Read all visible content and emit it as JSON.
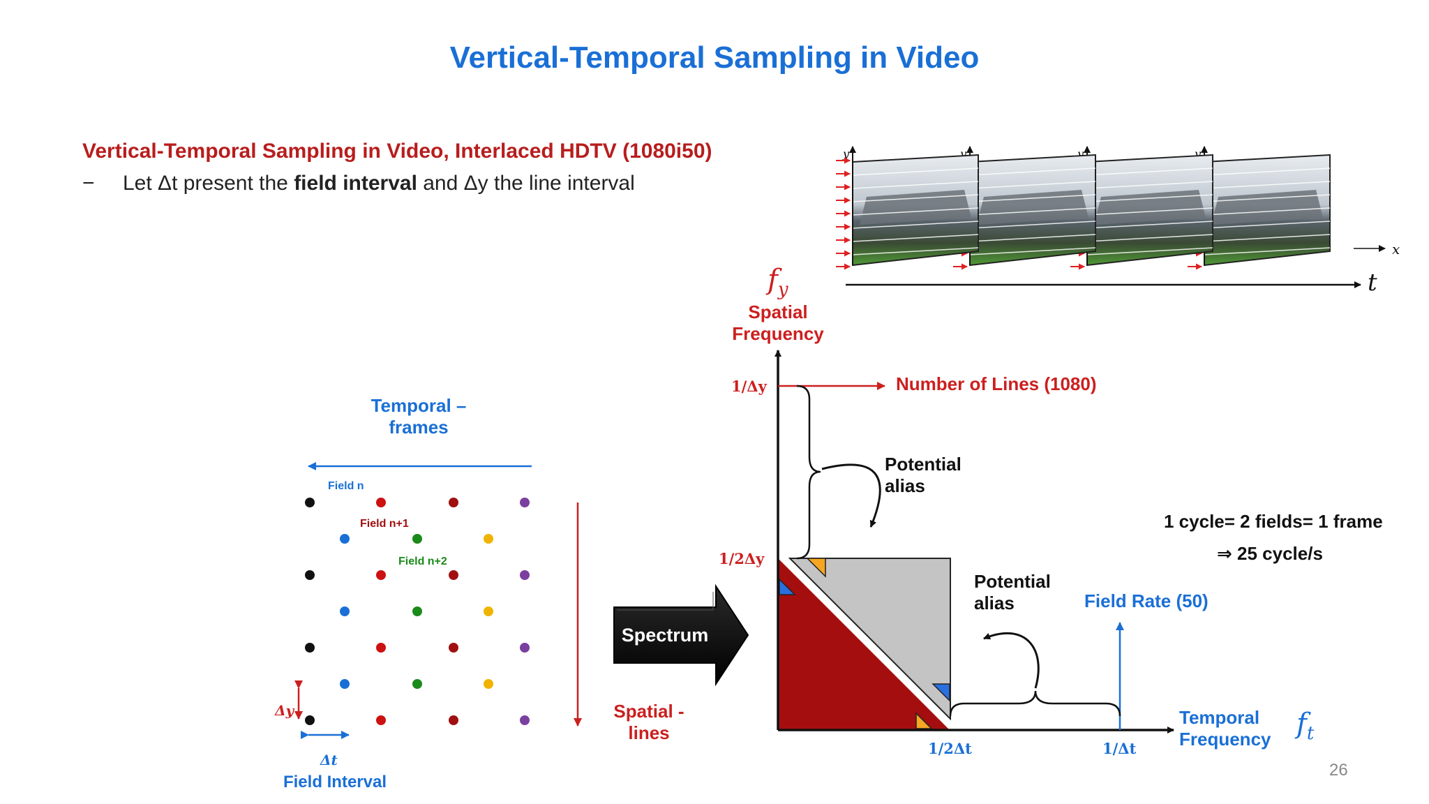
{
  "slide": {
    "title": "Vertical-Temporal Sampling in Video",
    "subtitle": "Vertical-Temporal Sampling in Video, Interlaced HDTV (1080i50)",
    "bullet": {
      "dash": "−",
      "part1": "Let Δt present the ",
      "bold": "field interval",
      "part2": " and Δy the line interval"
    },
    "page_number": "26"
  },
  "video_frames": {
    "y_axis_label": "y",
    "x_axis_label": "x",
    "t_axis_label": "t",
    "frame_count": 4
  },
  "sampling_grid": {
    "temporal_label": "Temporal –\nframes",
    "field_n": "Field n",
    "field_n1": "Field n+1",
    "field_n2": "Field n+2",
    "delta_y": "Δy",
    "delta_t": "Δt",
    "field_interval": "Field Interval",
    "spatial_label": "Spatial -\nlines",
    "column_colors": [
      "#111111",
      "#1a6fd6",
      "#cc1111",
      "#1a8a1a",
      "#a01010",
      "#f0b400",
      "#7b3fa0"
    ]
  },
  "spectrum_arrow": {
    "label": "Spectrum"
  },
  "spectrum_plot": {
    "fy_symbol": "f",
    "fy_sub": "y",
    "fy_label": "Spatial\nFrequency",
    "tick_1_dy": "1/Δy",
    "tick_half_dy": "1/2Δy",
    "tick_half_dt": "1/2Δt",
    "tick_1_dt": "1/Δt",
    "lines_label": "Number of Lines (1080)",
    "alias_top": "Potential\nalias",
    "alias_right": "Potential\nalias",
    "field_rate": "Field Rate (50)",
    "ft_label": "Temporal\nFrequency",
    "ft_symbol": "f",
    "ft_sub": "t",
    "colors": {
      "red_region": "#a50e0e",
      "gray_region": "#c4c4c4",
      "orange_tri": "#f5a623",
      "blue_tri": "#2a6fe0"
    }
  },
  "notes": {
    "cycle": "1 cycle= 2 fields= 1 frame",
    "rate": "⇒  25 cycle/s"
  }
}
